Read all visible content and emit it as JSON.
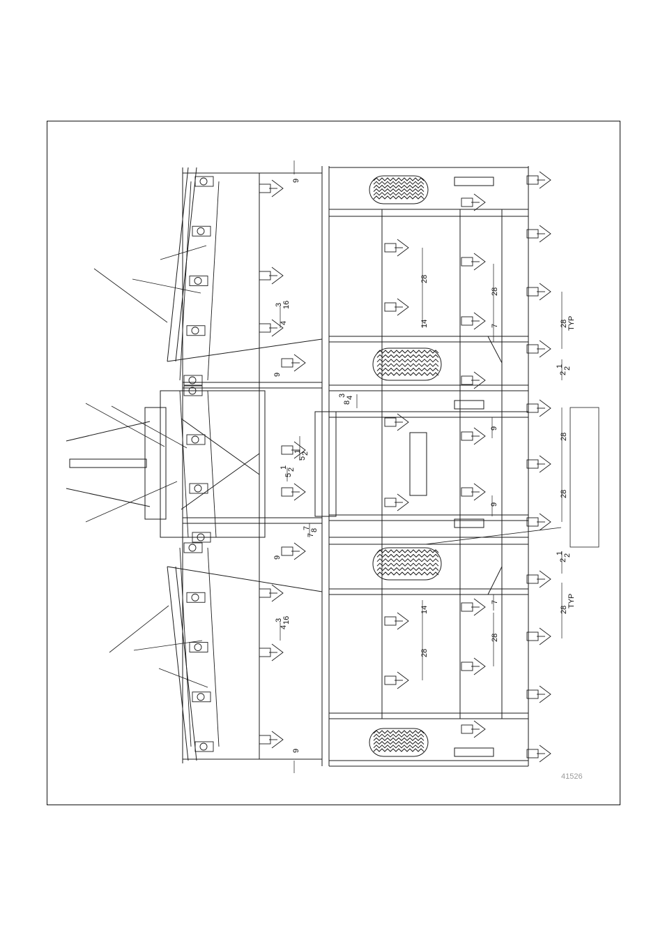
{
  "figure": {
    "number": "41526",
    "stroke_color": "#1a1a1a",
    "accent_gray": "#9a9a9a"
  },
  "dimensions": {
    "d9": "9",
    "d28": "28",
    "d14": "14",
    "d7": "7",
    "d28typ": "28",
    "typ": "TYP",
    "d5half_whole": "5",
    "frac_half_num": "1",
    "frac_half_den": "2",
    "d4_whole": "4",
    "frac_3_16_num": "3",
    "frac_3_16_den": "16",
    "d8_whole": "8",
    "frac_3_4_num": "3",
    "frac_3_4_den": "4",
    "d7_whole": "7",
    "frac_7_8_num": "7",
    "frac_7_8_den": "8",
    "d2_whole": "2"
  }
}
